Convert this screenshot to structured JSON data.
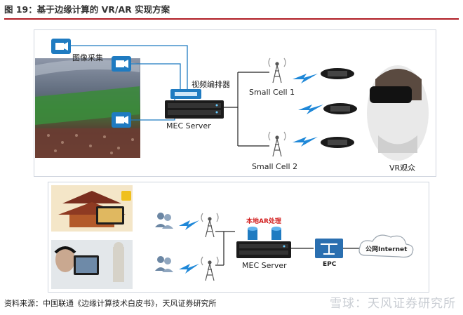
{
  "title": "图 19：基于边缘计算的 VR/AR 实现方案",
  "top": {
    "image_capture": "图像采集",
    "encoder": "视频编排器",
    "mec_server": "MEC Server",
    "small_cell_1": "Small Cell 1",
    "small_cell_2": "Small Cell 2",
    "vr_audience": "VR观众"
  },
  "bottom": {
    "local_ar": "本地AR处理",
    "mec_server": "MEC Server",
    "epc": "EPC",
    "internet": "公网Internet"
  },
  "footer": "资料来源：中国联通《边缘计算技术白皮书》，天风证券研究所",
  "watermark": "雪球：天风证券研究所",
  "colors": {
    "accent_blue": "#1f7bc1",
    "title_rule": "#b01c24",
    "ar_red": "#d21e1e"
  }
}
